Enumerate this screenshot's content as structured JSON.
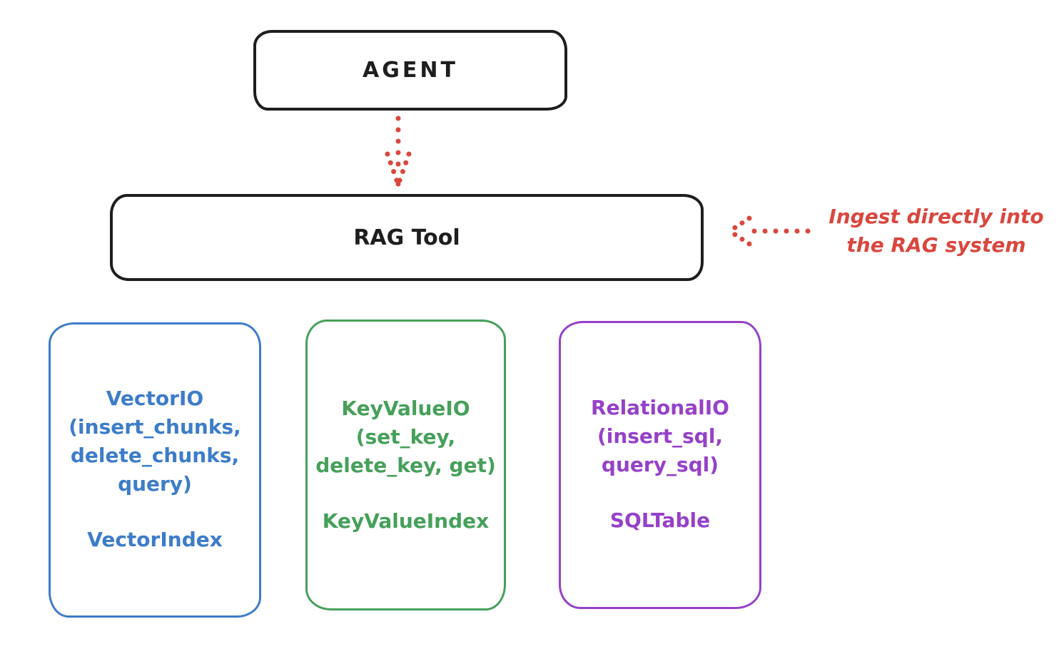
{
  "colors": {
    "ink": "#1e1e1e",
    "red": "#d9473e",
    "blue": "#3d7cc9",
    "green": "#46a05a",
    "purple": "#9641c9"
  },
  "nodes": {
    "agent": {
      "label": "AGENT"
    },
    "rag": {
      "label": "RAG Tool"
    }
  },
  "annotation": {
    "line1": "Ingest directly into",
    "line2": "the RAG system"
  },
  "io_boxes": [
    {
      "name": "vector-io",
      "color": "#3d7cc9",
      "lines": [
        "VectorIO",
        "(insert_chunks,",
        "delete_chunks,",
        "query)"
      ],
      "index_label": "VectorIndex"
    },
    {
      "name": "keyvalue-io",
      "color": "#46a05a",
      "lines": [
        "KeyValueIO",
        "(set_key,",
        "delete_key, get)"
      ],
      "index_label": "KeyValueIndex"
    },
    {
      "name": "relational-io",
      "color": "#9641c9",
      "lines": [
        "RelationalIO",
        "(insert_sql,",
        "query_sql)"
      ],
      "index_label": "SQLTable"
    }
  ]
}
